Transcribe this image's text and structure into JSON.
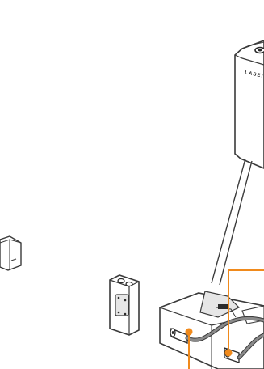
{
  "diagram": {
    "brand_label": "LASEI",
    "colors": {
      "outline": "#3a3a3a",
      "fill": "#ffffff",
      "shade": "#e6e6e6",
      "dark": "#2b2b2b",
      "cable": "#8a8a8a",
      "callout": "#f08a1c"
    },
    "callouts": [
      {
        "id": "callout-1",
        "color": "#f08a1c"
      },
      {
        "id": "callout-2",
        "color": "#f08a1c"
      }
    ]
  }
}
